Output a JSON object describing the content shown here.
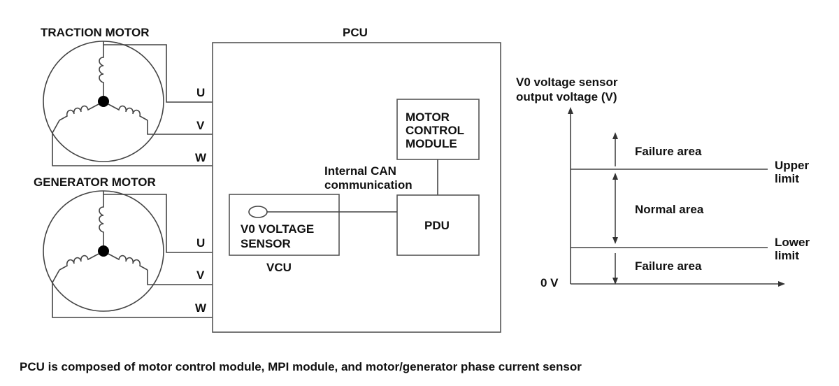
{
  "motors": {
    "traction": {
      "title": "TRACTION MOTOR",
      "u": "U",
      "v": "V",
      "w": "W"
    },
    "generator": {
      "title": "GENERATOR MOTOR",
      "u": "U",
      "v": "V",
      "w": "W"
    }
  },
  "pcu": {
    "title": "PCU",
    "motor_control_module": [
      "MOTOR",
      "CONTROL",
      "MODULE"
    ],
    "pdu": "PDU",
    "can_label": [
      "Internal CAN",
      "communication"
    ],
    "v0_sensor": [
      "V0 VOLTAGE",
      "SENSOR"
    ],
    "vcu": "VCU"
  },
  "graph": {
    "ylabel": [
      "V0 voltage sensor",
      "output voltage (V)"
    ],
    "upper_limit": [
      "Upper",
      "limit"
    ],
    "lower_limit": [
      "Lower",
      "limit"
    ],
    "failure_top": "Failure area",
    "normal": "Normal area",
    "failure_bottom": "Failure area",
    "zero": "0 V"
  },
  "caption": "PCU is composed of motor control module, MPI module, and motor/generator phase current sensor"
}
